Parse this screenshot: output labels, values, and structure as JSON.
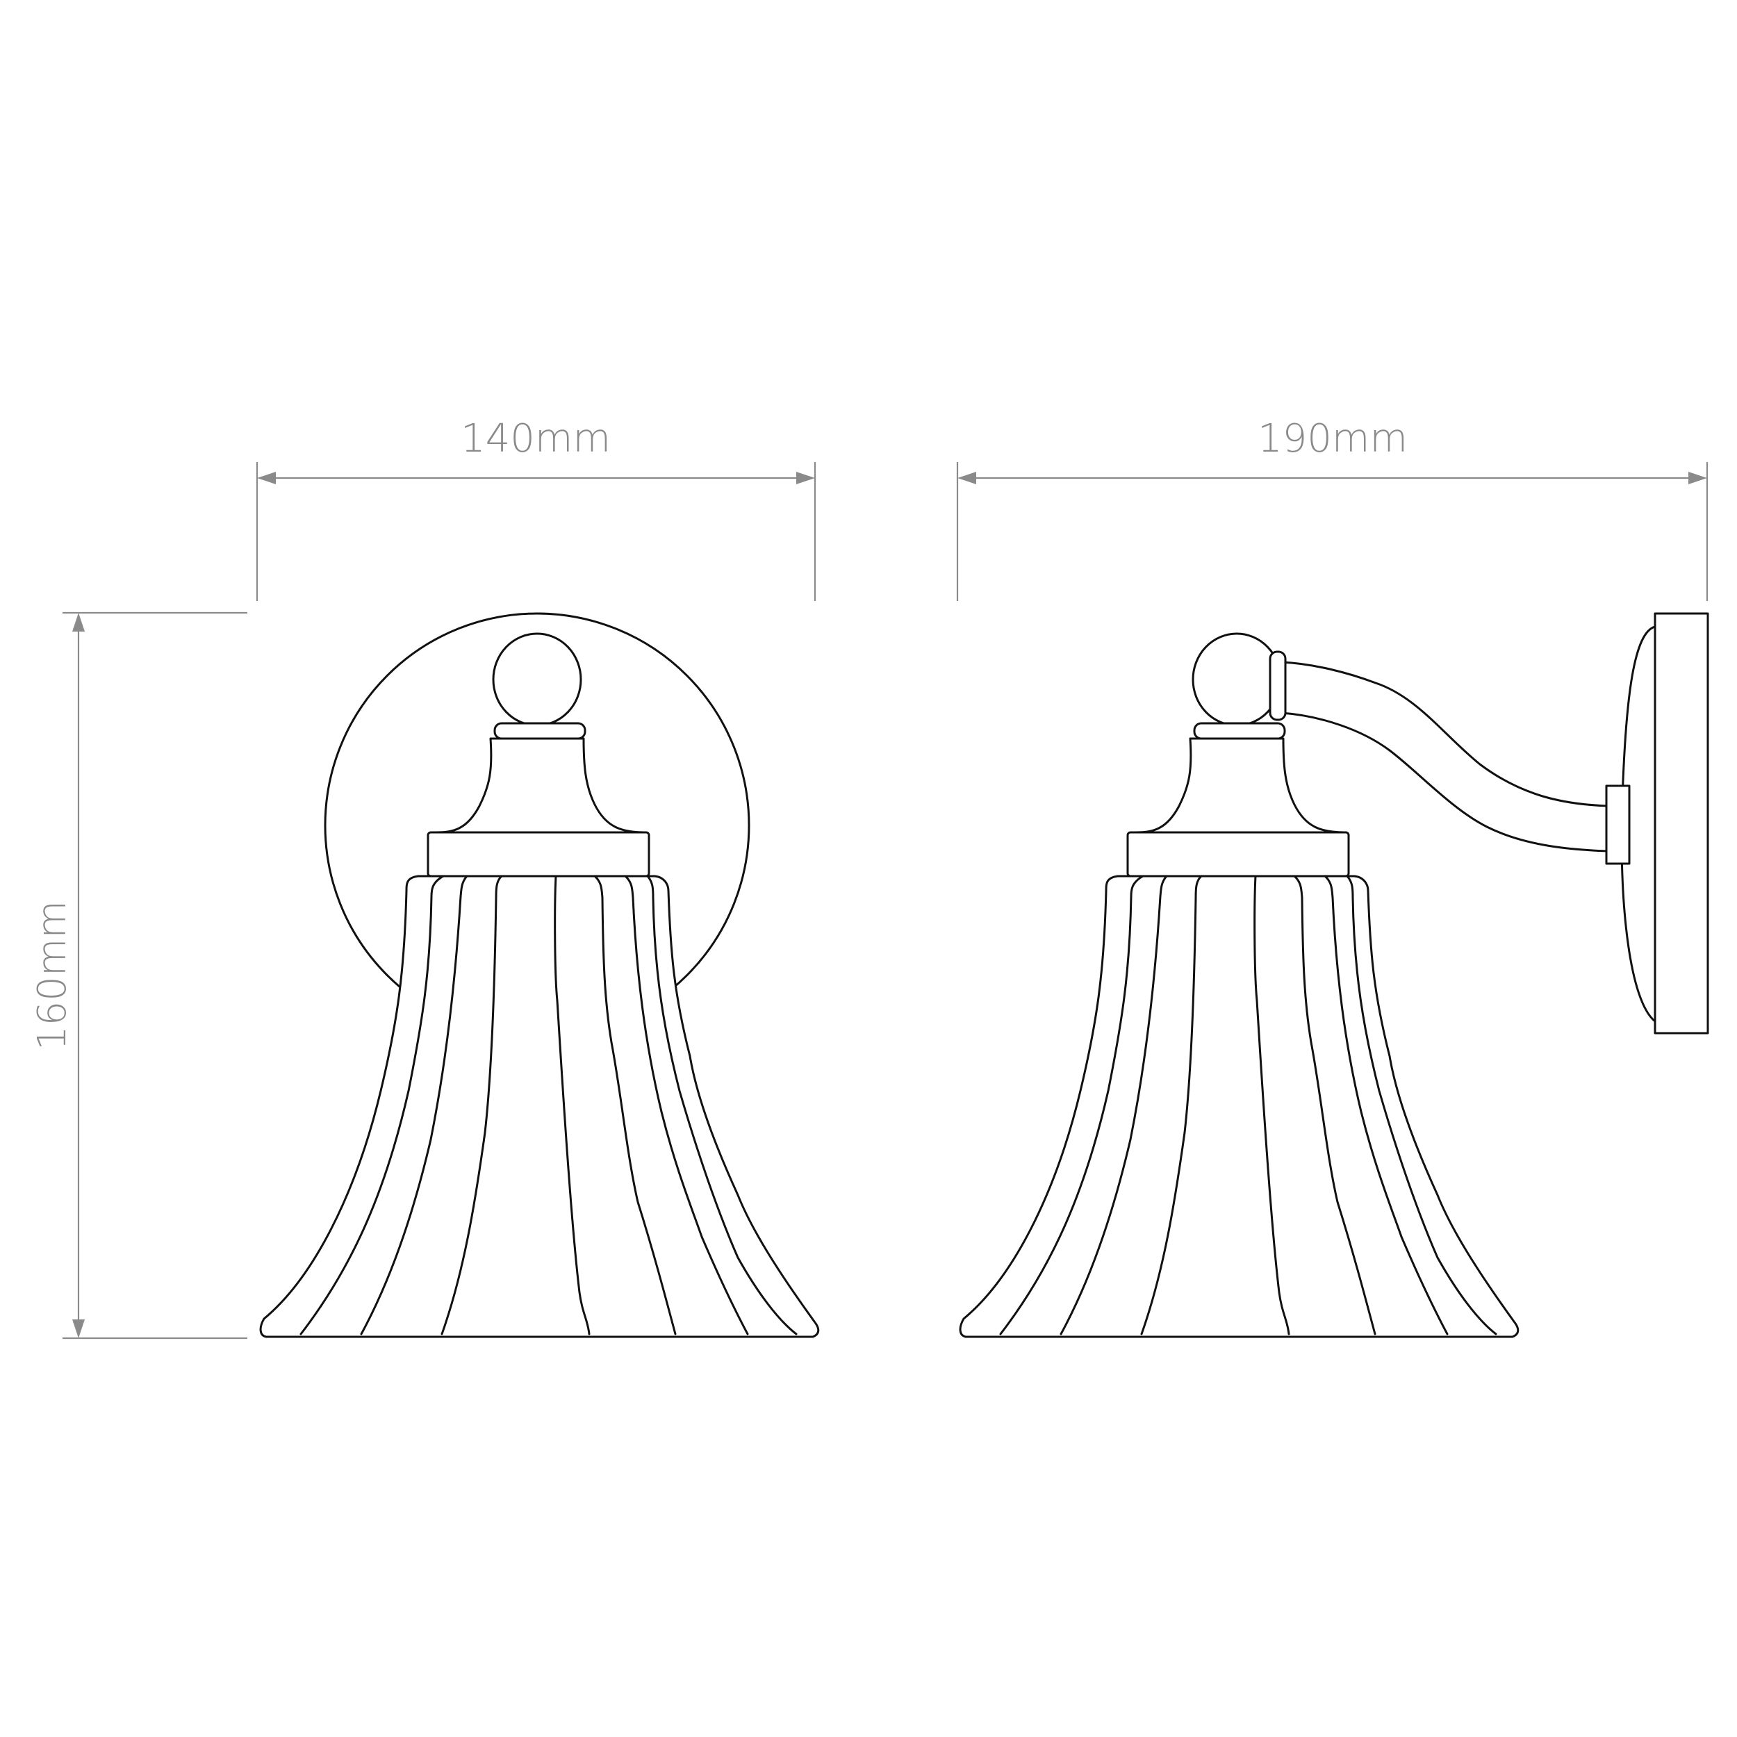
{
  "dimensions": {
    "front_width_label": "140mm",
    "side_depth_label": "190mm",
    "height_label": "160mm"
  },
  "colors": {
    "dimension": "#8a8a8a",
    "outline": "#111111",
    "background": "#ffffff"
  }
}
